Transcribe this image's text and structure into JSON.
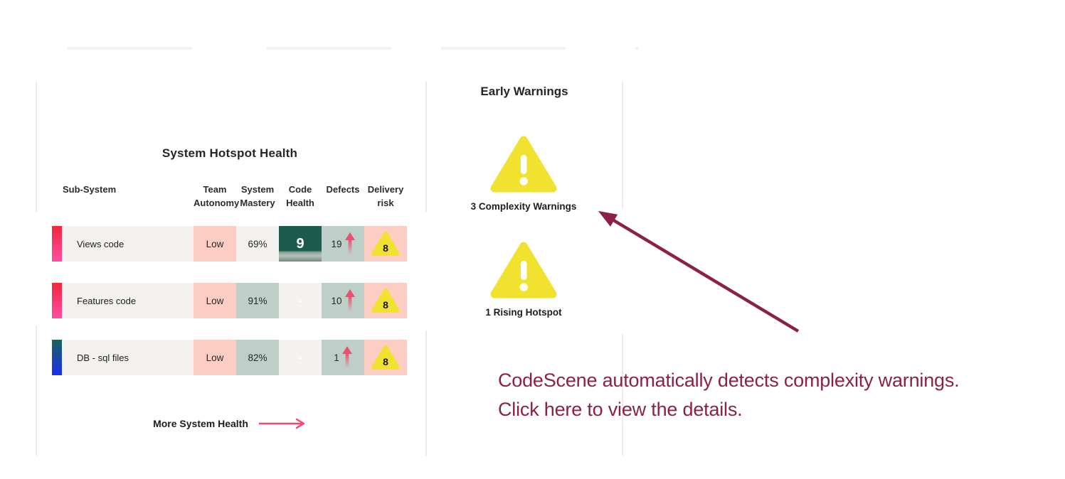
{
  "colors": {
    "accent_pink": "#f8466f",
    "annotation_maroon": "#8b2149",
    "warning_yellow": "#f2e230",
    "health_teal": "#1d5b4f",
    "salmon": "#fbcdc3",
    "sage": "#bdcfc8"
  },
  "icons": {
    "warning_triangle": "⚠",
    "defect_up_arrow": "↑",
    "more_arrow": "→"
  },
  "hotspot_panel": {
    "title": "System Hotspot Health",
    "columns": [
      "Sub-System",
      "Team\nAutonomy",
      "System\nMastery",
      "Code\nHealth",
      "Defects",
      "Delivery\nrisk"
    ],
    "rows": [
      {
        "name": "Views code",
        "team_autonomy": "Low",
        "system_mastery": "69%",
        "code_health": "9",
        "defects": "19",
        "delivery_risk": "8"
      },
      {
        "name": "Features code",
        "team_autonomy": "Low",
        "system_mastery": "91%",
        "code_health": "-",
        "defects": "10",
        "delivery_risk": "8"
      },
      {
        "name": "DB - sql files",
        "team_autonomy": "Low",
        "system_mastery": "82%",
        "code_health": "-",
        "defects": "1",
        "delivery_risk": "8"
      }
    ],
    "more_link_label": "More System Health"
  },
  "early_warnings_panel": {
    "title": "Early Warnings",
    "warnings": [
      {
        "label": "3 Complexity Warnings"
      },
      {
        "label": "1 Rising Hotspot"
      }
    ]
  },
  "annotation": {
    "line1": "CodeScene automatically detects complexity warnings.",
    "line2": "Click here to view the details."
  }
}
